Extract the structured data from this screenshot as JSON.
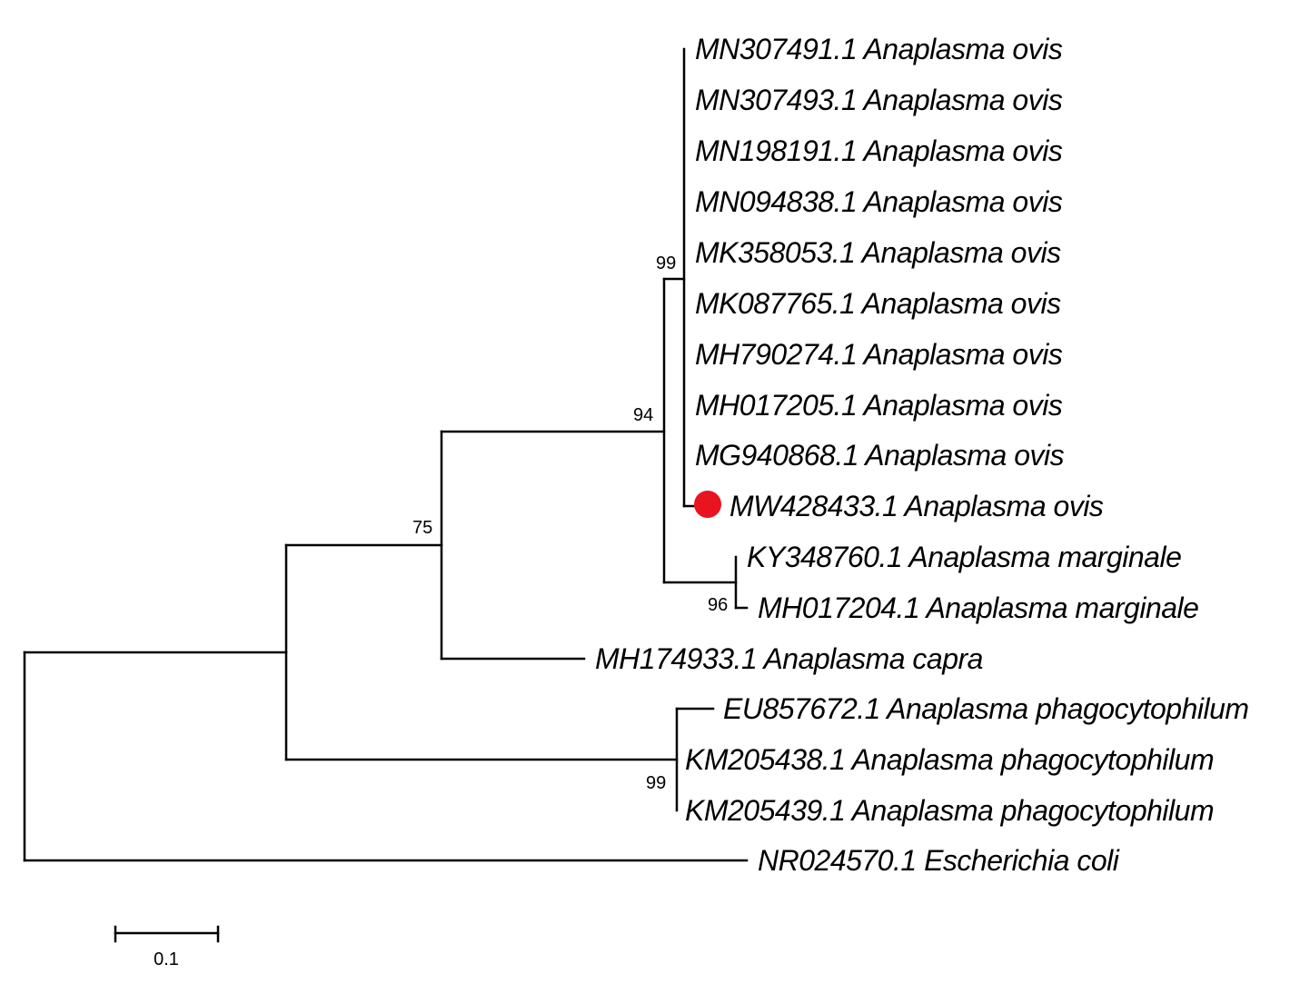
{
  "tree": {
    "highlight_color": "#e8141f",
    "branch_color": "#000000",
    "taxa": [
      {
        "id": "t1",
        "label": "MN307491.1 Anaplasma ovis"
      },
      {
        "id": "t2",
        "label": "MN307493.1 Anaplasma ovis"
      },
      {
        "id": "t3",
        "label": "MN198191.1 Anaplasma ovis"
      },
      {
        "id": "t4",
        "label": "MN094838.1 Anaplasma ovis"
      },
      {
        "id": "t5",
        "label": "MK358053.1 Anaplasma ovis"
      },
      {
        "id": "t6",
        "label": "MK087765.1 Anaplasma ovis"
      },
      {
        "id": "t7",
        "label": "MH790274.1 Anaplasma ovis"
      },
      {
        "id": "t8",
        "label": "MH017205.1 Anaplasma ovis"
      },
      {
        "id": "t9",
        "label": "MG940868.1 Anaplasma ovis"
      },
      {
        "id": "t10",
        "label": "MW428433.1 Anaplasma ovis",
        "highlighted": true
      },
      {
        "id": "t11",
        "label": "KY348760.1 Anaplasma marginale"
      },
      {
        "id": "t12",
        "label": "MH017204.1 Anaplasma marginale"
      },
      {
        "id": "t13",
        "label": "MH174933.1 Anaplasma capra"
      },
      {
        "id": "t14",
        "label": "EU857672.1 Anaplasma phagocytophilum"
      },
      {
        "id": "t15",
        "label": "KM205438.1 Anaplasma phagocytophilum"
      },
      {
        "id": "t16",
        "label": "KM205439.1 Anaplasma phagocytophilum"
      },
      {
        "id": "t17",
        "label": "NR024570.1 Escherichia coli"
      }
    ],
    "bootstrap": {
      "ovis_clade": "99",
      "ovis_marginale_clade": "94",
      "ovis_marginale_capra_clade": "75",
      "marginale_clade": "96",
      "phagocytophilum_clade": "99"
    },
    "scale_bar": {
      "label": "0.1",
      "length": 0.1
    }
  }
}
